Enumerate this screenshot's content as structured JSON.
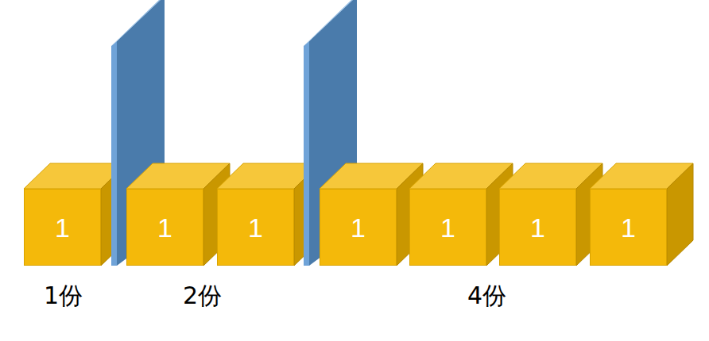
{
  "diagram": {
    "nodes": [
      {
        "text": [
          "1"
        ]
      },
      {
        "text": [
          "1"
        ]
      },
      {
        "text": [
          "1"
        ]
      },
      {
        "text": [
          "1"
        ]
      },
      {
        "text": [
          "1"
        ]
      },
      {
        "text": [
          "1"
        ]
      },
      {
        "text": [
          "1"
        ]
      }
    ],
    "labels": [
      "1份",
      "2份",
      "4份"
    ]
  }
}
